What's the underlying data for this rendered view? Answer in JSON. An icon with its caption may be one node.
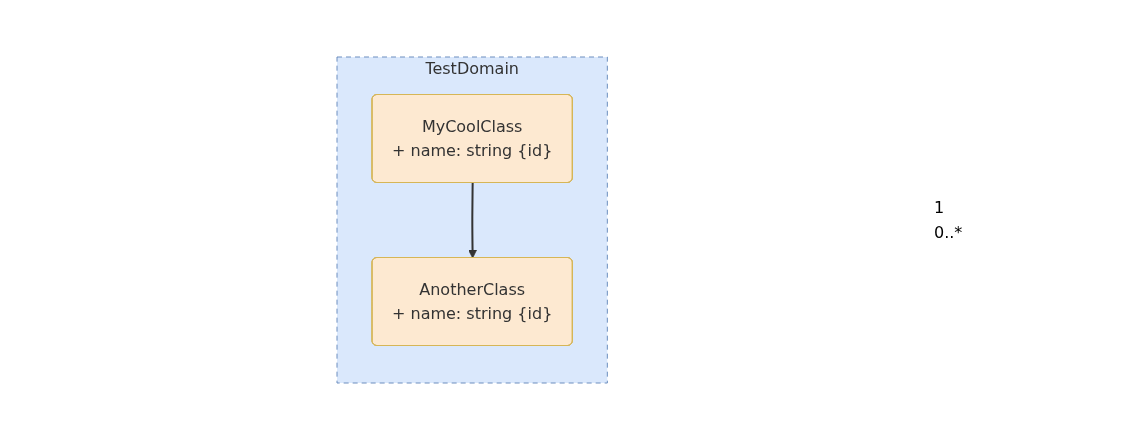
{
  "diagram": {
    "nodes": [
      {
        "text": [
          "TestDomain"
        ]
      },
      {
        "text": [
          "MyCoolClass",
          "+ name: string {id}"
        ],
        "in": 0
      },
      {
        "text": [
          "AnotherClass",
          "+ name: string {id}"
        ],
        "in": 0
      }
    ],
    "edges": [
      {
        "from": 1,
        "to": 2,
        "arrow": "to"
      }
    ],
    "labels": [
      "1",
      "0..*"
    ]
  }
}
